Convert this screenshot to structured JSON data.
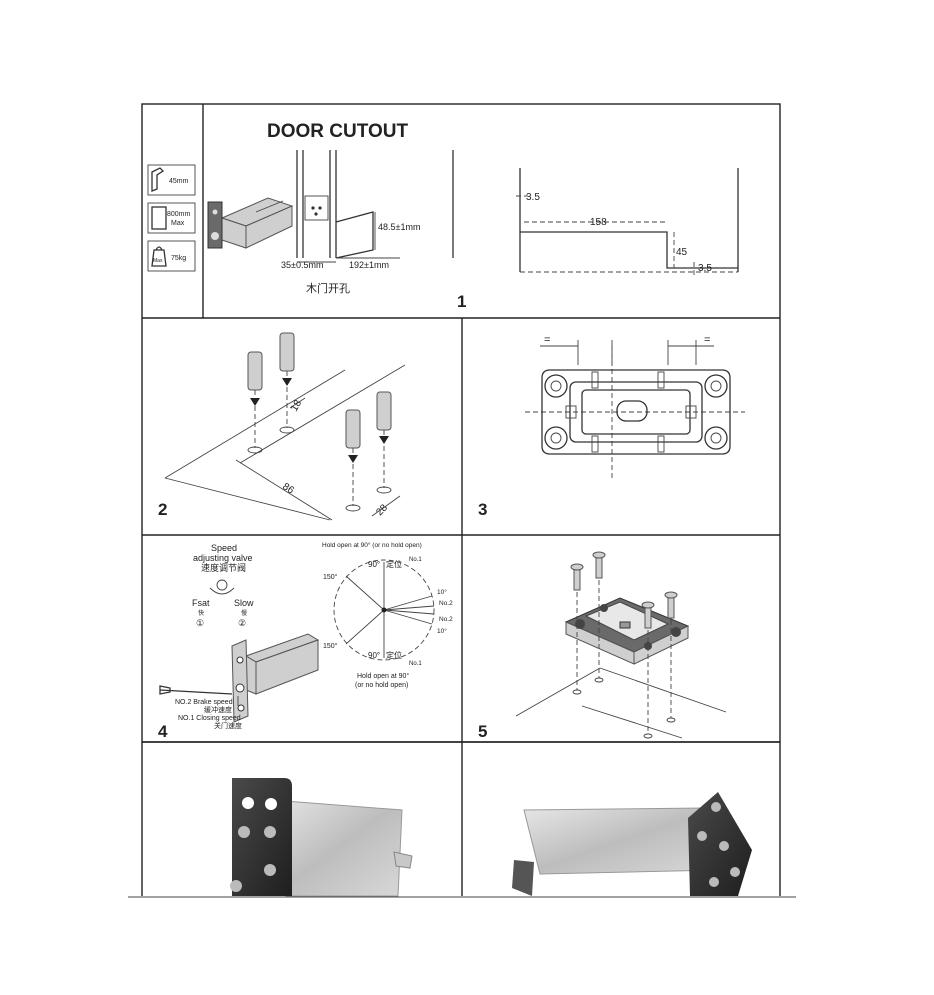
{
  "panel1": {
    "title": "DOOR CUTOUT",
    "spec_thickness": "45mm",
    "spec_width_line1": "800mm",
    "spec_width_line2": "Max",
    "spec_weight_badge": "Max",
    "spec_weight": "75kg",
    "dim_height": "48.5±1mm",
    "dim_width_small": "35±0.5mm",
    "dim_length": "192±1mm",
    "caption": "木门开孔",
    "number": "1",
    "dim_top": "3.5",
    "dim_158": "158",
    "dim_45": "45",
    "dim_bottom": "3.5"
  },
  "panel2": {
    "number": "2",
    "dim_18": "18",
    "dim_86": "86",
    "dim_28": "28"
  },
  "panel3": {
    "number": "3",
    "mark_eq": "="
  },
  "panel4": {
    "number": "4",
    "speed_line1": "Speed",
    "speed_line2": "adjusting valve",
    "speed_cn": "速度调节阀",
    "fast": "Fsat",
    "fast_cn": "快",
    "fast_num": "①",
    "slow": "Slow",
    "slow_cn": "慢",
    "slow_num": "②",
    "hold_top": "Hold open at 90°  (or no hold open)",
    "angle_150_top": "150°",
    "angle_90_top": "90°",
    "fix_cn": "定位",
    "no1_top": "No.1",
    "angle_10_top": "10°",
    "no2_a": "No.2",
    "no2_b": "No.2",
    "angle_10_bottom": "10°",
    "angle_150_bottom": "150°",
    "angle_90_bottom": "90°",
    "no1_bottom": "No.1",
    "hold_bottom_line1": "Hold open at 90°",
    "hold_bottom_line2": "(or no hold open)",
    "brake": "NO.2 Brake speed",
    "brake_cn": "缓冲速度",
    "closing": "NO.1 Closing speed",
    "closing_cn": "关门速度"
  },
  "panel5": {
    "number": "5"
  }
}
